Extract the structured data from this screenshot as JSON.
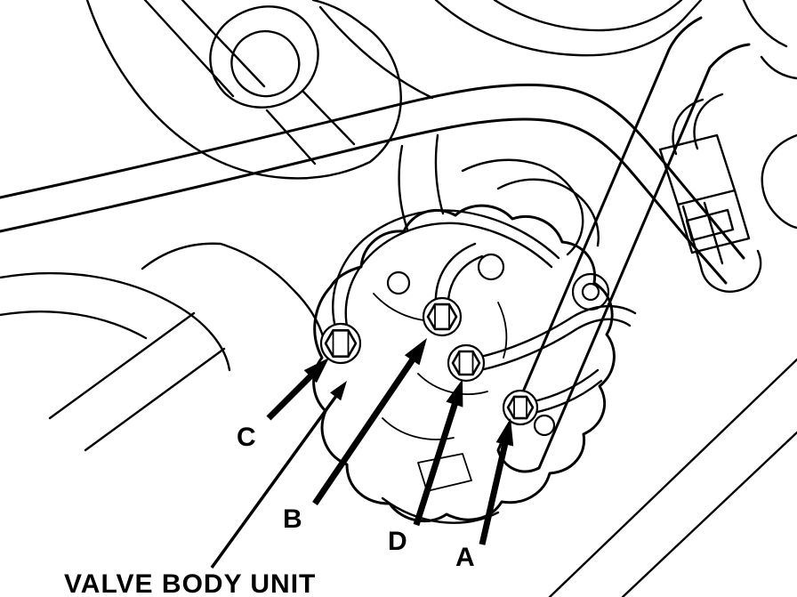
{
  "diagram": {
    "title_label": "VALVE BODY UNIT",
    "callouts": [
      {
        "id": "c",
        "label": "C"
      },
      {
        "id": "b",
        "label": "B"
      },
      {
        "id": "d",
        "label": "D"
      },
      {
        "id": "a",
        "label": "A"
      }
    ],
    "colors": {
      "line": "#000000",
      "background": "#ffffff"
    }
  }
}
